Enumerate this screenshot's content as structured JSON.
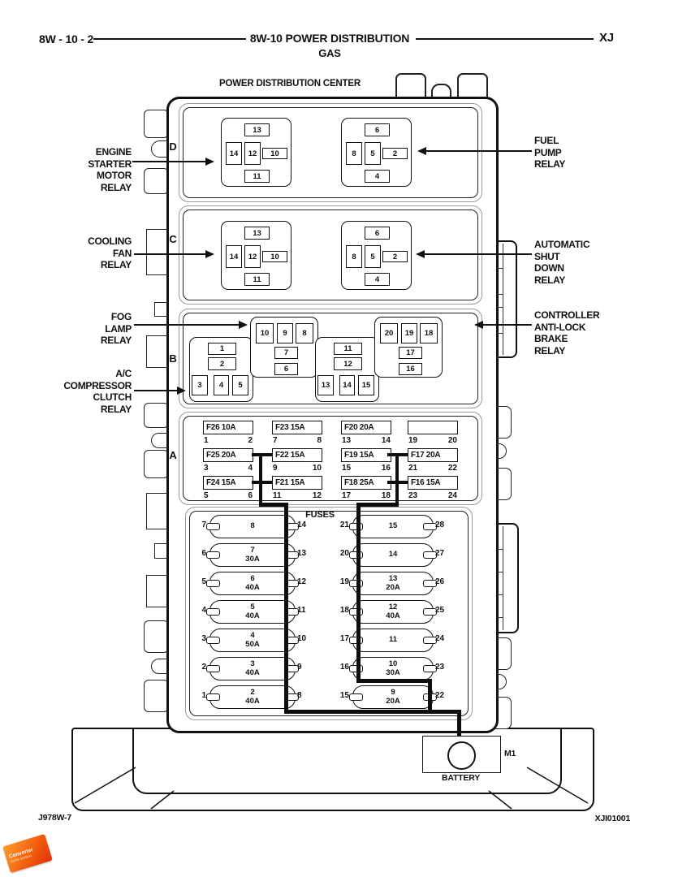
{
  "header": {
    "code": "8W - 10 - 2",
    "title": "8W-10 POWER DISTRIBUTION",
    "subtitle": "GAS",
    "vehicle": "XJ"
  },
  "footer": {
    "left": "J978W-7",
    "right": "XJI01001"
  },
  "watermark": {
    "line1": "Converter",
    "line2": "demo version",
    "color": "#e8490f",
    "color2": "#ff9d2e"
  },
  "diagram": {
    "title": "POWER DISTRIBUTION CENTER",
    "fuses_title": "FUSES",
    "battery": {
      "label": "BATTERY",
      "terminal": "M1"
    },
    "sections": {
      "d": "D",
      "c": "C",
      "b": "B",
      "a": "A"
    },
    "labels_left": {
      "engine_starter": [
        "ENGINE",
        "STARTER",
        "MOTOR",
        "RELAY"
      ],
      "cooling_fan": [
        "COOLING",
        "FAN",
        "RELAY"
      ],
      "fog_lamp": [
        "FOG",
        "LAMP",
        "RELAY"
      ],
      "ac_clutch": [
        "A/C",
        "COMPRESSOR",
        "CLUTCH",
        "RELAY"
      ]
    },
    "labels_right": {
      "fuel_pump": [
        "FUEL",
        "PUMP",
        "RELAY"
      ],
      "asd": [
        "AUTOMATIC",
        "SHUT",
        "DOWN",
        "RELAY"
      ],
      "cab": [
        "CONTROLLER",
        "ANTI-LOCK",
        "BRAKE",
        "RELAY"
      ]
    },
    "relays": {
      "d_left": [
        "13",
        "14",
        "12",
        "10",
        "11"
      ],
      "d_right": [
        "6",
        "8",
        "5",
        "2",
        "4"
      ],
      "c_left": [
        "13",
        "14",
        "12",
        "10",
        "11"
      ],
      "c_right": [
        "6",
        "8",
        "5",
        "2",
        "4"
      ],
      "b1": [
        "1",
        "2",
        "3",
        "4",
        "5"
      ],
      "b2": [
        "10",
        "9",
        "8",
        "7",
        "6"
      ],
      "b3": [
        "11",
        "12",
        "13",
        "14",
        "15"
      ],
      "b4": [
        "20",
        "19",
        "18",
        "17",
        "16"
      ]
    },
    "mini_fuses": [
      {
        "label": "F26 10A",
        "pl": "1",
        "pr": "2"
      },
      {
        "label": "F23 15A",
        "pl": "7",
        "pr": "8"
      },
      {
        "label": "F20 20A",
        "pl": "13",
        "pr": "14"
      },
      {
        "label": "",
        "pl": "19",
        "pr": "20"
      },
      {
        "label": "F25 20A",
        "pl": "3",
        "pr": "4"
      },
      {
        "label": "F22 15A",
        "pl": "9",
        "pr": "10"
      },
      {
        "label": "F19 15A",
        "pl": "15",
        "pr": "16"
      },
      {
        "label": "F17 20A",
        "pl": "21",
        "pr": "22"
      },
      {
        "label": "F24 15A",
        "pl": "5",
        "pr": "6"
      },
      {
        "label": "F21 15A",
        "pl": "11",
        "pr": "12"
      },
      {
        "label": "F18 25A",
        "pl": "17",
        "pr": "18"
      },
      {
        "label": "F16 15A",
        "pl": "23",
        "pr": "24"
      }
    ],
    "maxi_fuses_left": [
      {
        "num": "8",
        "amp": "",
        "pl": "7",
        "pr": "14"
      },
      {
        "num": "7",
        "amp": "30A",
        "pl": "6",
        "pr": "13"
      },
      {
        "num": "6",
        "amp": "40A",
        "pl": "5",
        "pr": "12"
      },
      {
        "num": "5",
        "amp": "40A",
        "pl": "4",
        "pr": "11"
      },
      {
        "num": "4",
        "amp": "50A",
        "pl": "3",
        "pr": "10"
      },
      {
        "num": "3",
        "amp": "40A",
        "pl": "2",
        "pr": "9"
      },
      {
        "num": "2",
        "amp": "40A",
        "pl": "1",
        "pr": "8"
      }
    ],
    "maxi_fuses_right": [
      {
        "num": "15",
        "amp": "",
        "pl": "21",
        "pr": "28"
      },
      {
        "num": "14",
        "amp": "",
        "pl": "20",
        "pr": "27"
      },
      {
        "num": "13",
        "amp": "20A",
        "pl": "19",
        "pr": "26"
      },
      {
        "num": "12",
        "amp": "40A",
        "pl": "18",
        "pr": "25"
      },
      {
        "num": "11",
        "amp": "",
        "pl": "17",
        "pr": "24"
      },
      {
        "num": "10",
        "amp": "30A",
        "pl": "16",
        "pr": "23"
      },
      {
        "num": "9",
        "amp": "20A",
        "pl": "15",
        "pr": "22"
      }
    ]
  }
}
